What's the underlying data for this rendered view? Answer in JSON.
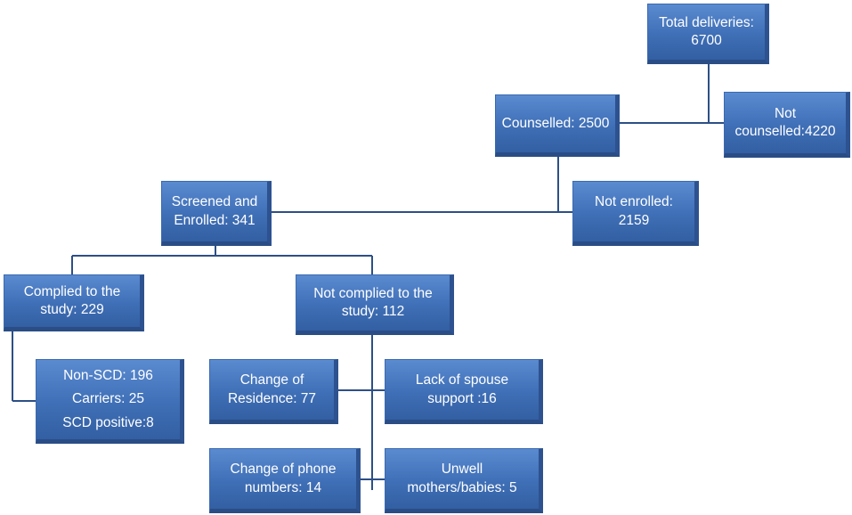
{
  "nodes": {
    "total_deliveries": {
      "line1": "Total deliveries:",
      "line2": "6700"
    },
    "counselled": {
      "line1": "Counselled: 2500"
    },
    "not_counselled": {
      "line1": "Not",
      "line2": "counselled:4220"
    },
    "screened_enrolled": {
      "line1": "Screened and",
      "line2": "Enrolled: 341"
    },
    "not_enrolled": {
      "line1": "Not enrolled:",
      "line2": "2159"
    },
    "complied": {
      "line1": "Complied to the",
      "line2": "study: 229"
    },
    "not_complied": {
      "line1": "Not complied to the",
      "line2": "study: 112"
    },
    "complied_breakdown": {
      "line1": "Non-SCD: 196",
      "line2": "Carriers: 25",
      "line3": "SCD positive:8"
    },
    "change_residence": {
      "line1": "Change of",
      "line2": "Residence: 77"
    },
    "lack_spouse": {
      "line1": "Lack of spouse",
      "line2": "support :16"
    },
    "change_phone": {
      "line1": "Change of phone",
      "line2": "numbers: 14"
    },
    "unwell": {
      "line1": "Unwell",
      "line2": "mothers/babies: 5"
    }
  },
  "colors": {
    "box_fill": "#4472c4",
    "connector": "#2d4f86",
    "text": "#ffffff"
  }
}
